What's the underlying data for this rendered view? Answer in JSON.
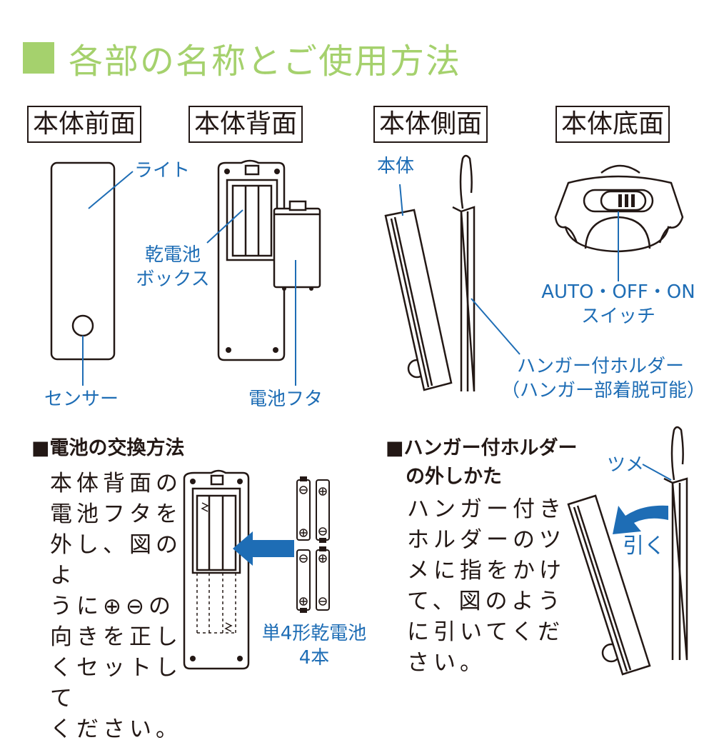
{
  "title": "各部の名称とご使用方法",
  "sections": {
    "front": {
      "heading": "本体前面",
      "labels": {
        "light": "ライト",
        "sensor": "センサー"
      }
    },
    "back": {
      "heading": "本体背面",
      "labels": {
        "battery_box_line1": "乾電池",
        "battery_box_line2": "ボックス",
        "battery_cover": "電池フタ"
      }
    },
    "side": {
      "heading": "本体側面",
      "labels": {
        "body": "本体",
        "holder_line1": "ハンガー付ホルダー",
        "holder_line2": "（ハンガー部着脱可能）"
      }
    },
    "bottom": {
      "heading": "本体底面",
      "labels": {
        "switch_line1": "AUTO・OFF・ON",
        "switch_line2": "スイッチ"
      }
    }
  },
  "battery_exchange": {
    "heading": "■電池の交換方法",
    "text_lines": [
      "本体背面の",
      "電池フタを",
      "外し、図のよ",
      "うに⊕⊖の",
      "向きを正し",
      "くセットして",
      "ください。"
    ],
    "battery_label_line1": "単4形乾電池",
    "battery_label_line2": "4本"
  },
  "holder_removal": {
    "heading_line1": "■ハンガー付ホルダー",
    "heading_line2": "の外しかた",
    "text_lines": [
      "ハンガー付き",
      "ホルダーのツ",
      "メに指をかけ",
      "て、図のよう",
      "に引いてくだ",
      "さい。"
    ],
    "tab_label": "ツメ",
    "pull_label": "引く"
  },
  "colors": {
    "accent_green": "#a5d16d",
    "label_blue": "#1e6db5",
    "arrow_blue": "#1e6db5",
    "line": "#231815"
  }
}
